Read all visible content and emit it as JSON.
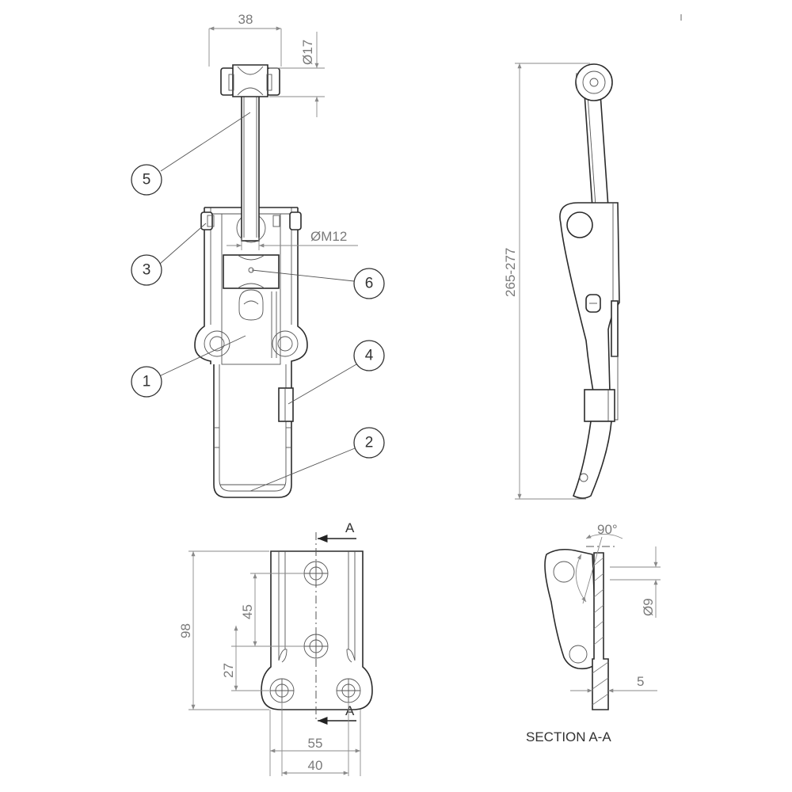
{
  "dimensions": {
    "width_38": "38",
    "dia_17": "Ø17",
    "thread_m12": "ØM12",
    "length_range": "265-277",
    "height_98": "98",
    "spacing_45": "45",
    "spacing_27": "27",
    "width_55": "55",
    "width_40": "40",
    "angle_90": "90°",
    "dia_9": "Ø9",
    "thickness_5": "5"
  },
  "balloons": [
    "1",
    "2",
    "3",
    "4",
    "5",
    "6"
  ],
  "section": {
    "marker": "A",
    "title": "SECTION A-A"
  }
}
